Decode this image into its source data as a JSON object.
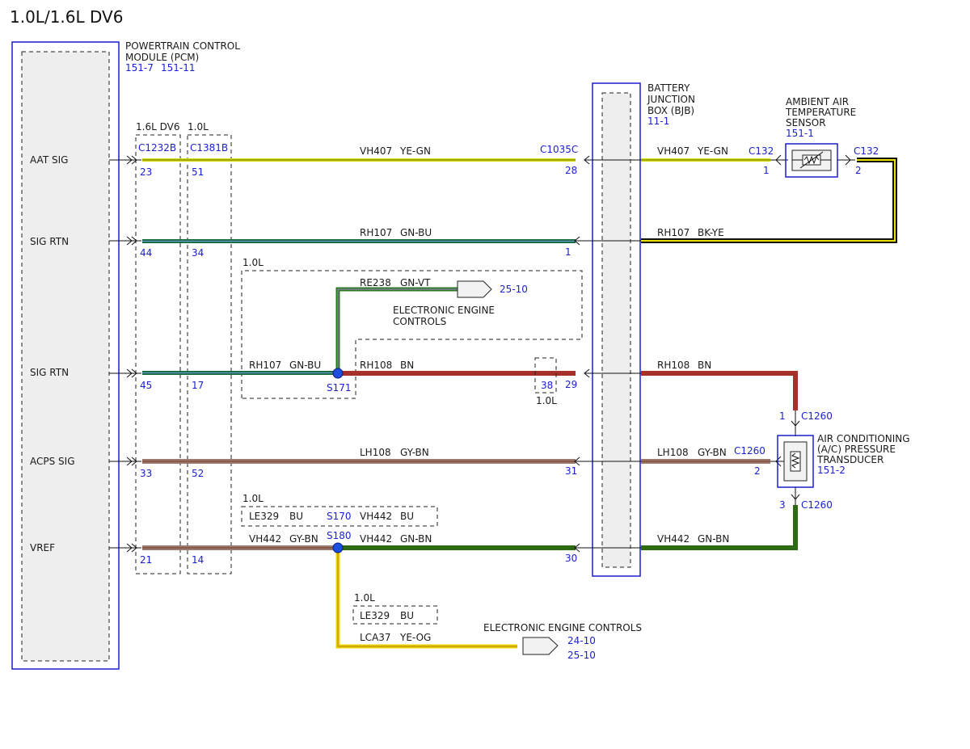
{
  "title": "1.0L/1.6L DV6",
  "pcm": {
    "name_line1": "POWERTRAIN CONTROL",
    "name_line2": "MODULE (PCM)",
    "ref1": "151-7",
    "ref2": "151-11",
    "pins": [
      "AAT SIG",
      "SIG RTN",
      "SIG RTN",
      "ACPS SIG",
      "VREF"
    ]
  },
  "connectors": {
    "left_a_variant": "1.6L DV6",
    "left_b_variant": "1.0L",
    "left_a": "C1232B",
    "left_b": "C1381B",
    "bjb_conn": "C1035C",
    "aat_conn_left": "C132",
    "aat_conn_right": "C132",
    "acpt_top": "C1260",
    "acpt_mid": "C1260",
    "acpt_bot": "C1260"
  },
  "bjb": {
    "line1": "BATTERY",
    "line2": "JUNCTION",
    "line3": "BOX (BJB)",
    "ref": "11-1"
  },
  "aat_sensor": {
    "line1": "AMBIENT AIR",
    "line2": "TEMPERATURE",
    "line3": "SENSOR",
    "ref": "151-1",
    "pin_left": "1",
    "pin_right": "2"
  },
  "acpt": {
    "line1": "AIR CONDITIONING",
    "line2": "(A/C) PRESSURE",
    "line3": "TRANSDUCER",
    "ref": "151-2",
    "pin_top": "1",
    "pin_mid": "2",
    "pin_bot": "3"
  },
  "circuits": {
    "c1_left": "VH407",
    "c1_left_color": "YE-GN",
    "c1_right": "VH407",
    "c1_right_color": "YE-GN",
    "c2_left": "RH107",
    "c2_left_color": "GN-BU",
    "c2_right": "RH107",
    "c2_right_color": "BK-YE",
    "c3_left": "RH107",
    "c3_left_color": "GN-BU",
    "c3_mid": "RH108",
    "c3_mid_color": "BN",
    "c3_right": "RH108",
    "c3_right_color": "BN",
    "c3_branch": "RE238",
    "c3_branch_color": "GN-VT",
    "c4_left": "LH108",
    "c4_left_color": "GY-BN",
    "c4_right": "LH108",
    "c4_right_color": "GY-BN",
    "c5_left": "VH442",
    "c5_left_color": "GY-BN",
    "c5_mid": "VH442",
    "c5_mid_color": "GN-BN",
    "c5_right": "VH442",
    "c5_right_color": "GN-BN",
    "le329_a": "LE329",
    "le329_a_color": "BU",
    "s170_circ": "VH442",
    "s170_circ_color": "BU",
    "le329_b": "LE329",
    "le329_b_color": "BU",
    "lca37": "LCA37",
    "lca37_color": "YE-OG"
  },
  "pin_numbers": {
    "r1_a": "23",
    "r1_b": "51",
    "r1_bjb": "28",
    "r2_a": "44",
    "r2_b": "34",
    "r2_bjb": "1",
    "r3_a": "45",
    "r3_b": "17",
    "r3_inline": "38",
    "r3_bjb": "29",
    "r4_a": "33",
    "r4_b": "52",
    "r4_bjb": "31",
    "r5_a": "21",
    "r5_b": "14",
    "r5_bjb": "30"
  },
  "splices": {
    "s171": "S171",
    "s170": "S170",
    "s180": "S180"
  },
  "variants": {
    "box1": "1.0L",
    "inline38": "1.0L",
    "box_s170": "1.0L",
    "box_le329": "1.0L"
  },
  "eec": {
    "label1_line1": "ELECTRONIC ENGINE",
    "label1_line2": "CONTROLS",
    "ref1": "25-10",
    "label2": "ELECTRONIC ENGINE CONTROLS",
    "ref2a": "24-10",
    "ref2b": "25-10"
  },
  "colors": {
    "ye_gn": "#d8e000",
    "gn_bu": "#1b6b45",
    "bk_ye": "#111111",
    "bn": "#a8302a",
    "gn_vt": "#2a7a22",
    "gy_bn": "#9a7a70",
    "gn_bn": "#2e6a12",
    "ye_og": "#e8d400",
    "accent_blue": "#1a1fd0",
    "splice_blue": "#1a4fe0"
  }
}
